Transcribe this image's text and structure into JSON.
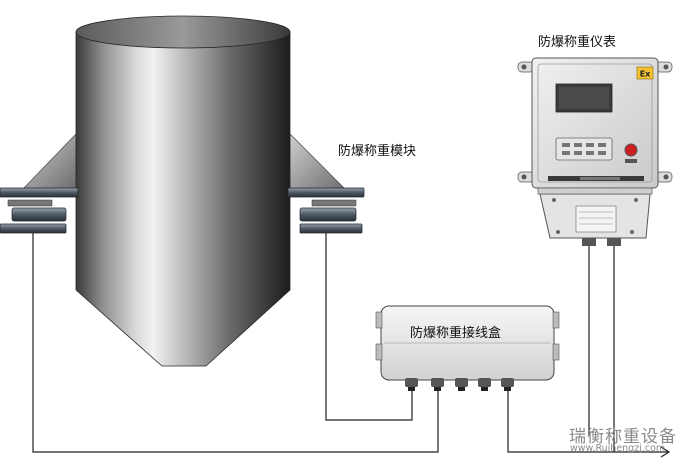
{
  "labels": {
    "instrument": "防爆称重仪表",
    "module": "防爆称重模块",
    "junction_box": "防爆称重接线盒"
  },
  "instrument": {
    "ex_mark": "Ex"
  },
  "watermark": {
    "company": "瑞衡称重设备",
    "url": "www.Ruihengzj.com"
  },
  "colors": {
    "line": "#222222",
    "tank_dark": "#2e2e2e",
    "tank_light": "#e8e8e8",
    "ex_badge": "#f2c230",
    "alarm": "#cc1f1f"
  }
}
